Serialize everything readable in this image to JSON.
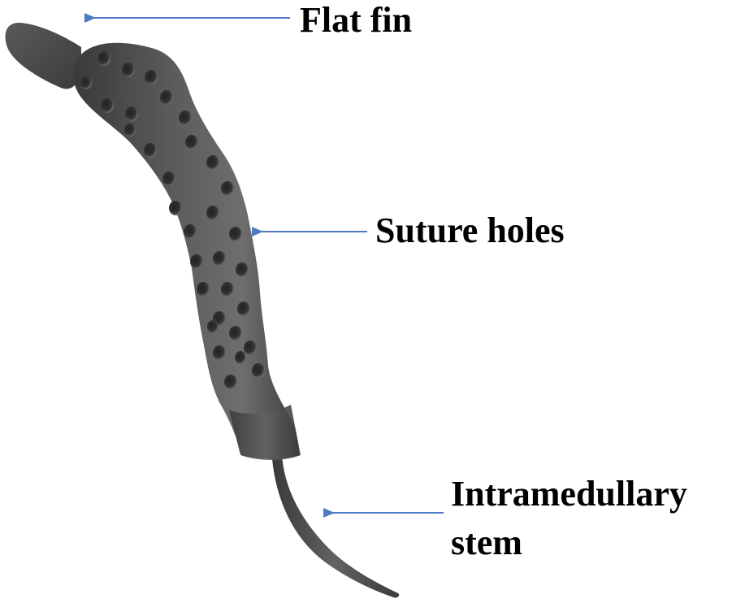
{
  "labels": {
    "flat_fin": "Flat fin",
    "suture_holes": "Suture holes",
    "stem_line1": "Intramedullary",
    "stem_line2": "stem"
  },
  "colors": {
    "implant_body": "#555555",
    "implant_dark": "#3a3a3a",
    "implant_highlight": "#7a7a7a",
    "hole": "#2a2a2a",
    "arrow": "#4f7ac4",
    "text": "#000000",
    "background": "#ffffff"
  }
}
